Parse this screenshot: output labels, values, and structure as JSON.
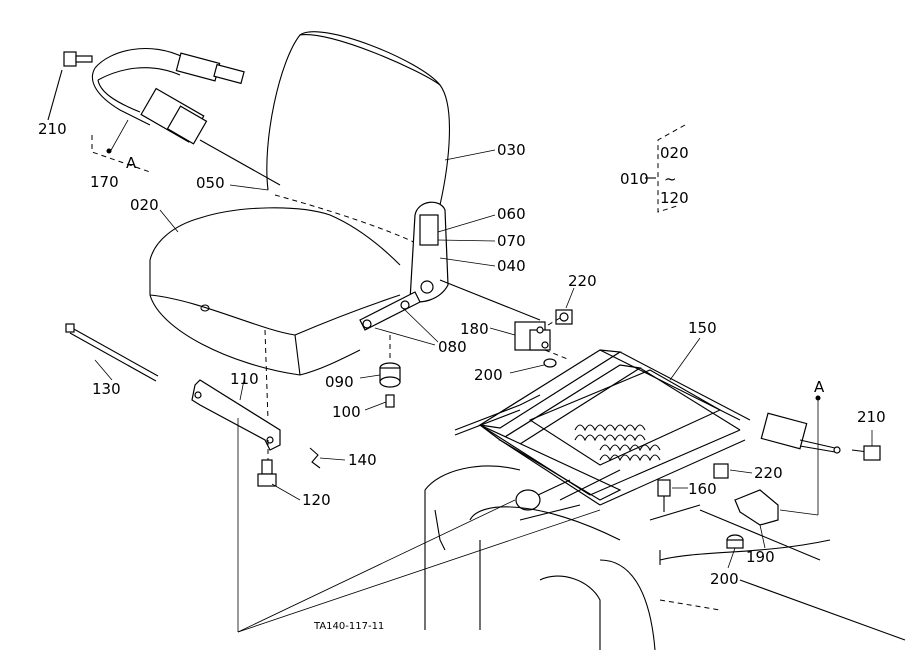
{
  "labels": {
    "p210a": "210",
    "p170": "170",
    "pA1": "A",
    "p050": "050",
    "p020": "020",
    "p030": "030",
    "p060": "060",
    "p070": "070",
    "p040": "040",
    "p010": "010",
    "p020b": "020",
    "tilde": "~",
    "p120b": "120",
    "p220a": "220",
    "p180": "180",
    "p150": "150",
    "p080": "080",
    "p090": "090",
    "p200a": "200",
    "p100": "100",
    "p130": "130",
    "p110": "110",
    "p140": "140",
    "p120": "120",
    "pA2": "A",
    "p210b": "210",
    "p220b": "220",
    "p160": "160",
    "p190": "190",
    "p200b": "200"
  },
  "drawing_code": "TA140-117-11"
}
